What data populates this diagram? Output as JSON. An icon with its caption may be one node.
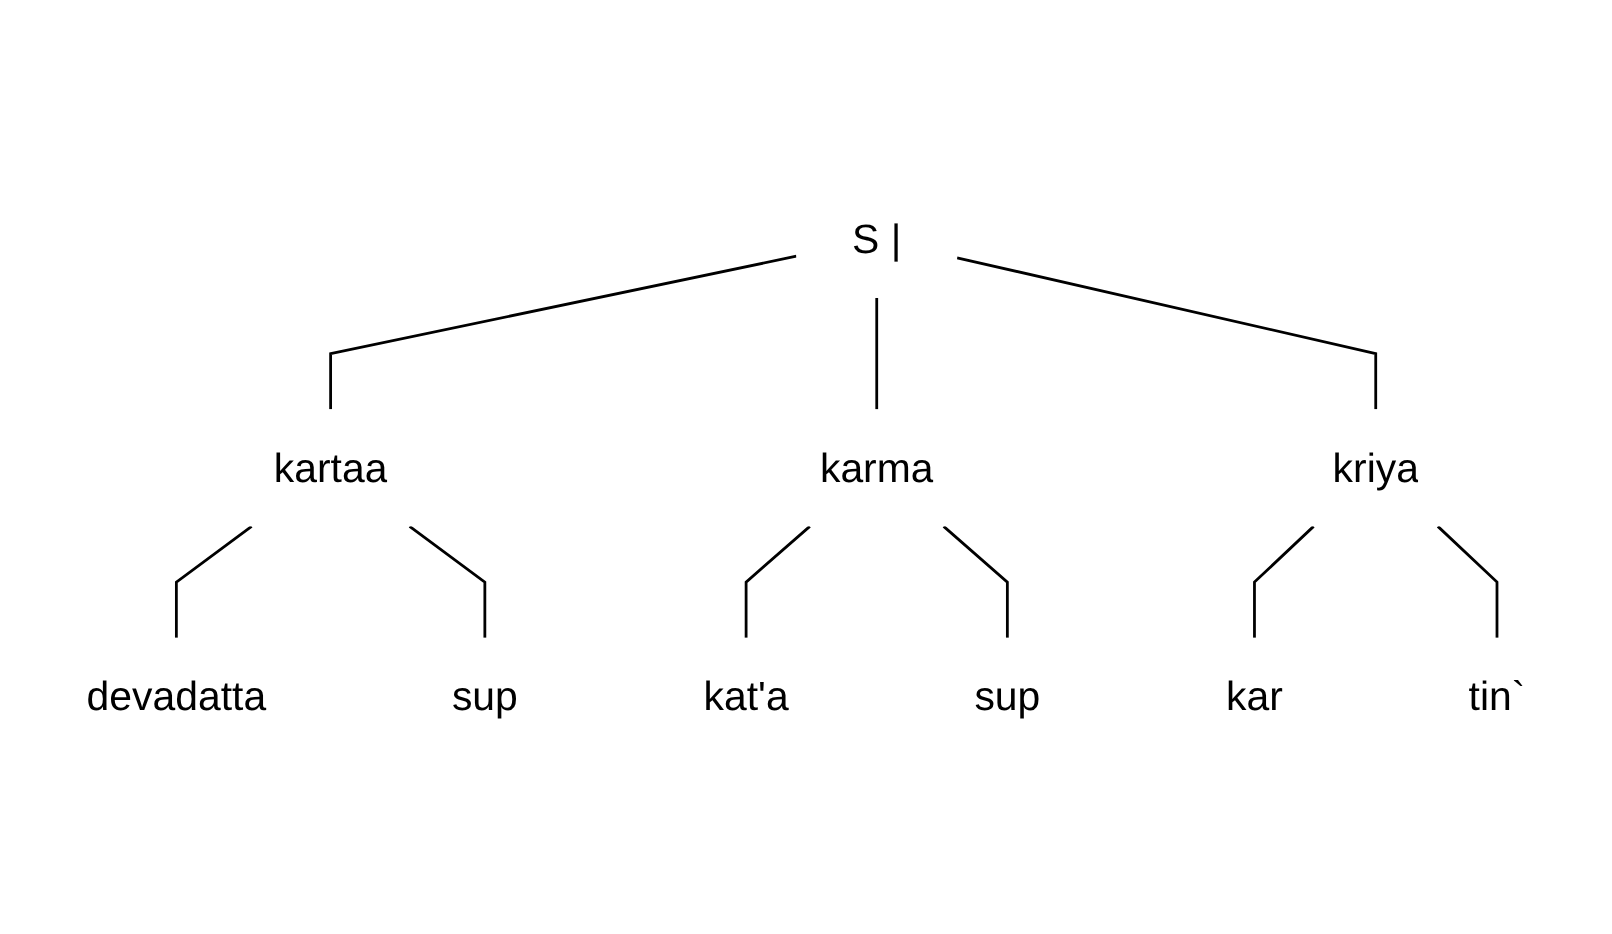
{
  "diagram": {
    "nodes": [
      {
        "text": [
          "S |"
        ]
      },
      {
        "text": [
          "kartaa"
        ]
      },
      {
        "text": [
          "karma"
        ]
      },
      {
        "text": [
          "kriya"
        ]
      },
      {
        "text": [
          "devadatta"
        ]
      },
      {
        "text": [
          "sup"
        ]
      },
      {
        "text": [
          "kat'a"
        ]
      },
      {
        "text": [
          "sup"
        ]
      },
      {
        "text": [
          "kar"
        ]
      },
      {
        "text": [
          "tin`"
        ]
      }
    ],
    "edges": [
      {
        "from": 0,
        "to": 1,
        "arrow": "none"
      },
      {
        "from": 0,
        "to": 2,
        "arrow": "none"
      },
      {
        "from": 0,
        "to": 3,
        "arrow": "none"
      },
      {
        "from": 1,
        "to": 4,
        "arrow": "none"
      },
      {
        "from": 1,
        "to": 5,
        "arrow": "none"
      },
      {
        "from": 2,
        "to": 6,
        "arrow": "none"
      },
      {
        "from": 2,
        "to": 7,
        "arrow": "none"
      },
      {
        "from": 3,
        "to": 8,
        "arrow": "none"
      },
      {
        "from": 3,
        "to": 9,
        "arrow": "none"
      }
    ]
  }
}
